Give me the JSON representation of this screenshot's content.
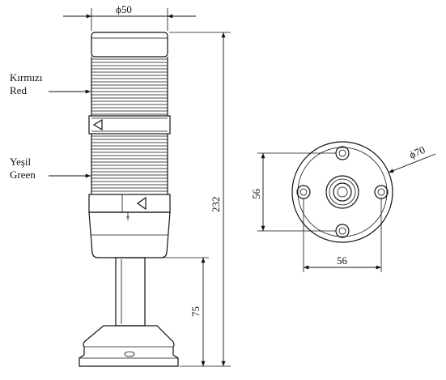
{
  "labels": {
    "red_tr": "Kırmızı",
    "red_en": "Red",
    "green_tr": "Yeşil",
    "green_en": "Green"
  },
  "dimensions": {
    "top_diameter": "ϕ50",
    "total_height": "232",
    "base_height": "75",
    "flange_diameter": "ϕ70",
    "hole_spacing_vertical": "56",
    "hole_spacing_horizontal": "56"
  }
}
